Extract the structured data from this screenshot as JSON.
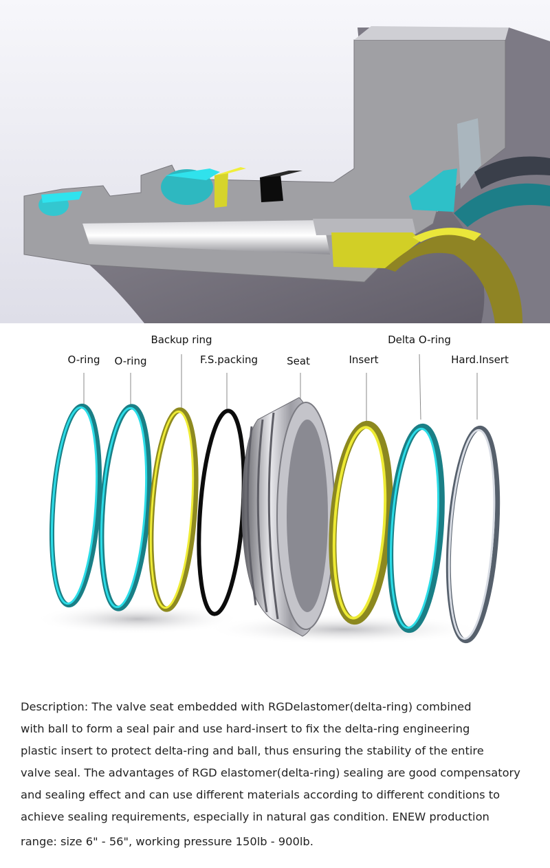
{
  "labels": {
    "oring_1": "O-ring",
    "oring_2": "O-ring",
    "backup_ring": "Backup ring",
    "fs_packing": "F.S.packing",
    "seat": "Seat",
    "insert": "Insert",
    "delta_oring": "Delta O-ring",
    "hard_insert": "Hard.Insert"
  },
  "description": {
    "lines": [
      "Description: The valve seat embedded with RGDelastomer(delta-ring) combined",
      "with ball to form a seal pair and use hard-insert to fix the delta-ring engineering",
      "plastic insert to protect delta-ring and ball, thus ensuring the stability of the entire",
      "valve seal. The advantages of RGD elastomer(delta-ring) sealing are good compensatory",
      "and sealing effect and can use different materials according to different conditions to",
      "achieve sealing requirements, especially in natural gas condition. ENEW production",
      "range: size 6\" - 56\", working pressure 150lb - 900lb."
    ]
  },
  "colors": {
    "cyan": "#25d6e0",
    "teal": "#1f8f98",
    "yellow": "#e9e626",
    "black": "#111111",
    "metal_gray": "#9a9aa0",
    "hard_insert_gray": "#c9cdd6"
  }
}
